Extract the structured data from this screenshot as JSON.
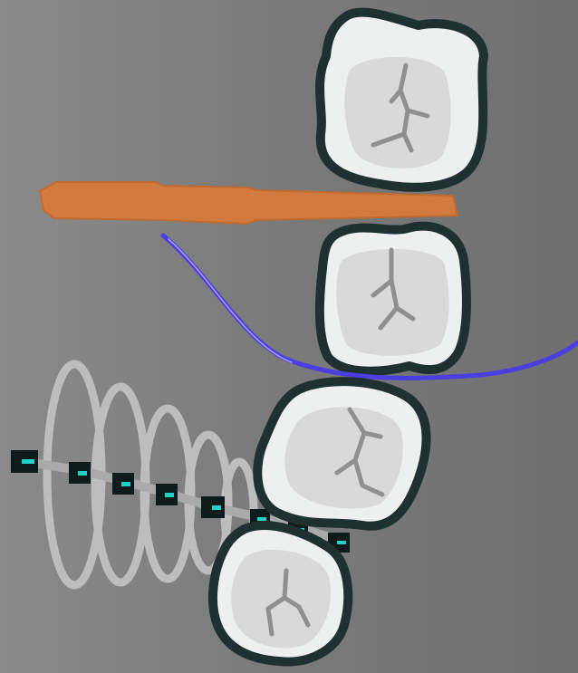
{
  "figure": {
    "type": "dental-diagram",
    "colors": {
      "background": "#7d7d7d",
      "tooth_fill": "#eef0f0",
      "tooth_outline": "#1f3030",
      "tooth_fissure": "#8f8f8f",
      "occlusal_table": "#d9d9d9",
      "wooden_stick": "#d27a3e",
      "floss_line": "#4b3de0",
      "coil_spring": "#bdbdbd",
      "bracket": "#0f1a1a",
      "bracket_highlight": "#1fd3c8"
    },
    "teeth": [
      {
        "name": "tooth-upper-1"
      },
      {
        "name": "tooth-upper-2"
      },
      {
        "name": "tooth-lower-1"
      },
      {
        "name": "tooth-lower-2"
      }
    ],
    "coil_spring": {
      "coils": 5
    },
    "brackets": {
      "count": 8
    }
  }
}
